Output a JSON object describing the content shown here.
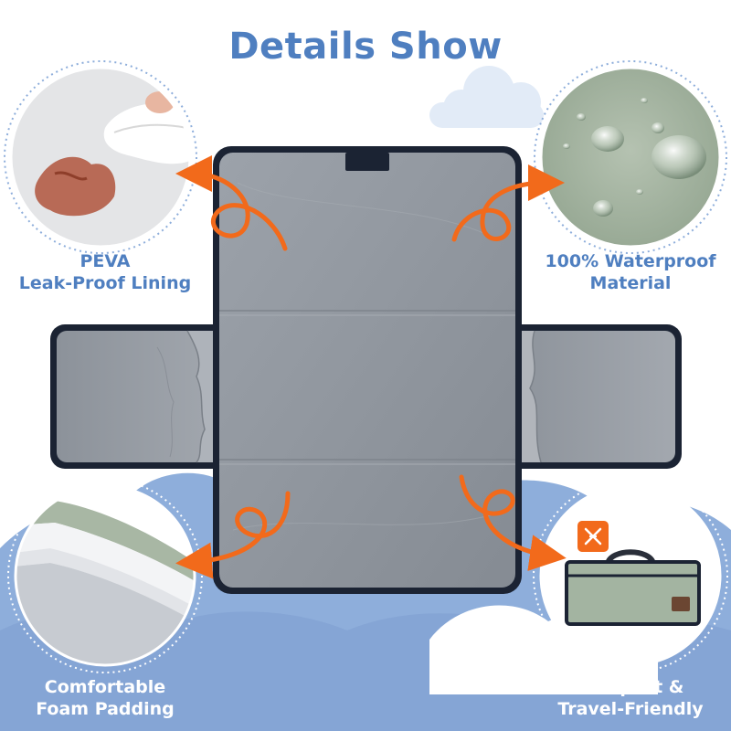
{
  "title": "Details Show",
  "features": [
    {
      "line1": "PEVA",
      "line2": "Leak-Proof Lining",
      "icon": "wipe-stain-photo"
    },
    {
      "line1": "100% Waterproof",
      "line2": "Material",
      "icon": "water-droplets-photo"
    },
    {
      "line1": "Comfortable",
      "line2": "Foam Padding",
      "icon": "foam-layers-photo"
    },
    {
      "line1": "Compact &",
      "line2": "Travel-Friendly",
      "icon": "folded-bag-photo"
    }
  ],
  "colors": {
    "title_blue": "#4f7fc0",
    "sky_blue": "#8eaedb",
    "arrow_orange": "#f26a1b",
    "mat_gray": "#8f959d",
    "mat_border": "#1b2333",
    "sage_green": "#a3b4a1"
  }
}
